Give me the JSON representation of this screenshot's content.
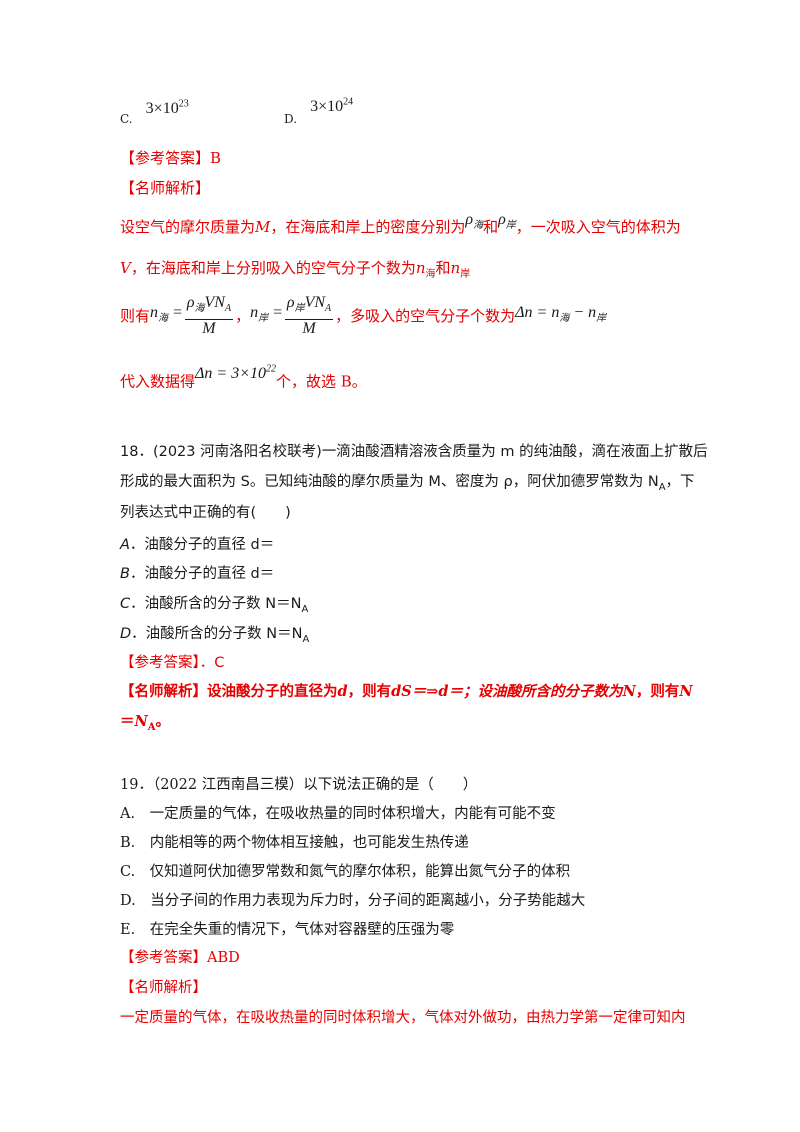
{
  "options_top": {
    "c_label": "C.",
    "c_value": "3×10",
    "c_exp": "23",
    "d_label": "D.",
    "d_value": "3×10",
    "d_exp": "24"
  },
  "q17": {
    "answer_label": "【参考答案】",
    "answer_value": "B",
    "analysis_label": "【名师解析】",
    "line1_a": "设空气的摩尔质量为",
    "line1_M": "M",
    "line1_b": "，在海底和岸上的密度分别为",
    "rho": "ρ",
    "rho_sub_sea": "海",
    "rho_sub_shore": "岸",
    "line1_and": "和",
    "line1_c": "，一次吸入空气的体积为",
    "line2_V": "V",
    "line2_a": "，在海底和岸上分别吸入的空气分子个数为",
    "n": "n",
    "n_sub_sea": "海",
    "line2_and": "和",
    "n_sub_shore": "岸",
    "line3_then": "则有",
    "frac_num": "VN",
    "frac_num_sub": "A",
    "frac_den": "M",
    "eq": "=",
    "comma": "，",
    "line3_more": "，多吸入的空气分子个数为",
    "delta_eq": "Δn = n",
    "minus": " − n",
    "line4_a": "代入数据得",
    "line4_eq": "Δn = 3×10",
    "line4_exp": "22",
    "line4_b": "个",
    "line4_c": "，故选 B。"
  },
  "q18": {
    "line1": "18．(2023 河南洛阳名校联考)一滴油酸酒精溶液含质量为 m 的纯油酸，滴在液面上扩散后",
    "line2": "形成的最大面积为 S。已知纯油酸的摩尔质量为 M、密度为 ρ，阿伏加德罗常数为 N",
    "line2_sub": "A",
    "line2_end": "，下",
    "line3": "列表达式中正确的有(　　)",
    "optA_label": "A",
    "optA_text": "．油酸分子的直径 d＝",
    "optB_label": "B",
    "optB_text": "．油酸分子的直径 d＝",
    "optC_label": "C",
    "optC_text": "．油酸所含的分子数 N＝N",
    "optC_sub": "A",
    "optD_label": "D",
    "optD_text": "．油酸所含的分子数 N＝N",
    "optD_sub": "A",
    "answer_label": "【参考答案】",
    "answer_value": "．C",
    "analysis_label": "【名师解析】",
    "analysis_a": "设油酸分子的直径为",
    "analysis_d": "d",
    "analysis_b": "，则有",
    "analysis_dS": "dS",
    "analysis_c": "＝⇒",
    "analysis_d2": "d",
    "analysis_e": "＝；设油酸所含的分子数为",
    "analysis_N": "N",
    "analysis_f": "，则有",
    "analysis_N2": "N",
    "analysis_line2_a": "＝",
    "analysis_line2_N": "N",
    "analysis_line2_sub": "A",
    "analysis_line2_end": "。"
  },
  "q19": {
    "title": "19．（2022 江西南昌三模）以下说法正确的是（　　）",
    "optA": "A.　一定质量的气体，在吸收热量的同时体积增大，内能有可能不变",
    "optB": "B.　内能相等的两个物体相互接触，也可能发生热传递",
    "optC": "C.　仅知道阿伏加德罗常数和氮气的摩尔体积，能算出氮气分子的体积",
    "optD": "D.　当分子间的作用力表现为斥力时，分子间的距离越小，分子势能越大",
    "optE": "E.　在完全失重的情况下，气体对容器壁的压强为零",
    "answer_label": "【参考答案】",
    "answer_value": "ABD",
    "analysis_label": "【名师解析】",
    "analysis_line1": "一定质量的气体，在吸收热量的同时体积增大，气体对外做功，由热力学第一定律可知内"
  },
  "colors": {
    "answer_red": "#e60000",
    "text": "#1a1a1a"
  }
}
